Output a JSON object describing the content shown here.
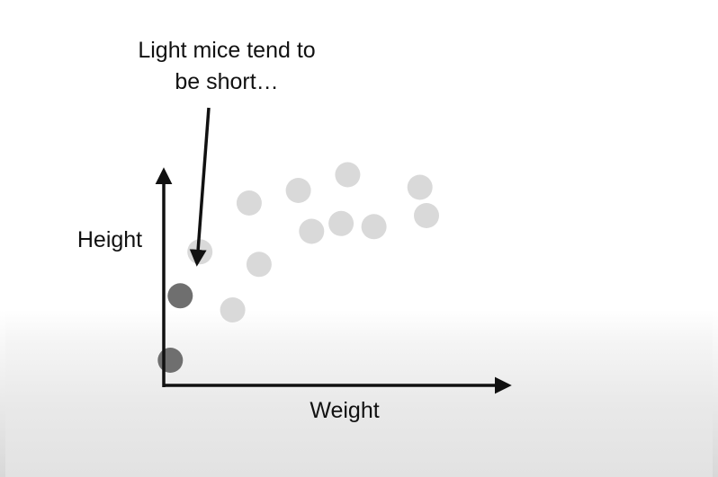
{
  "chart_data": {
    "type": "scatter",
    "title": "",
    "xlabel": "Weight",
    "ylabel": "Height",
    "xlim": [
      0,
      10
    ],
    "ylim": [
      0,
      10
    ],
    "grid": false,
    "ticks_shown": false,
    "annotation": {
      "lines": [
        "Light mice tend to",
        "be short…"
      ],
      "target": {
        "x": 0.2,
        "y": 6.1
      }
    },
    "highlighted_points": [
      {
        "x": 0.2,
        "y": 1.6
      },
      {
        "x": 0.5,
        "y": 5.7
      }
    ],
    "other_points": [
      {
        "x": 1.1,
        "y": 8.5
      },
      {
        "x": 2.1,
        "y": 4.8
      },
      {
        "x": 2.6,
        "y": 11.6
      },
      {
        "x": 2.9,
        "y": 7.7
      },
      {
        "x": 4.1,
        "y": 12.4
      },
      {
        "x": 4.5,
        "y": 9.8
      },
      {
        "x": 5.4,
        "y": 10.3
      },
      {
        "x": 5.6,
        "y": 13.4
      },
      {
        "x": 6.4,
        "y": 10.1
      },
      {
        "x": 7.8,
        "y": 12.6
      },
      {
        "x": 8.0,
        "y": 10.8
      }
    ],
    "colors": {
      "highlighted": "#6f6f6f",
      "other": "#d9d9d9",
      "axes": "#111111"
    }
  }
}
